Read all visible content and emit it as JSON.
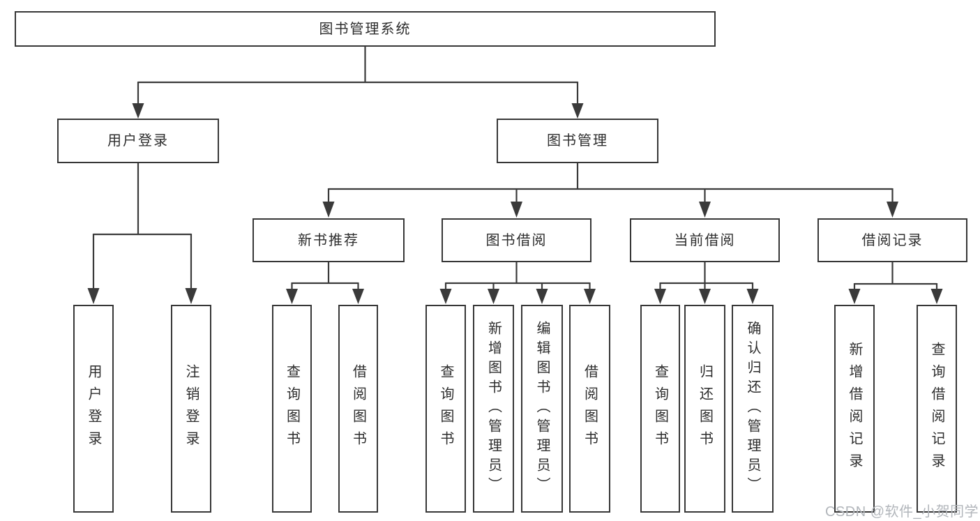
{
  "diagram": {
    "root": {
      "label": "图书管理系统"
    },
    "branches": [
      {
        "label": "用户登录",
        "children": [
          {
            "label": "用户登录"
          },
          {
            "label": "注销登录"
          }
        ]
      },
      {
        "label": "图书管理",
        "children": [
          {
            "label": "新书推荐",
            "children": [
              {
                "label": "查询图书"
              },
              {
                "label": "借阅图书"
              }
            ]
          },
          {
            "label": "图书借阅",
            "children": [
              {
                "label": "查询图书"
              },
              {
                "label": "新增图书（管理员）"
              },
              {
                "label": "编辑图书（管理员）"
              },
              {
                "label": "借阅图书"
              }
            ]
          },
          {
            "label": "当前借阅",
            "children": [
              {
                "label": "查询图书"
              },
              {
                "label": "归还图书"
              },
              {
                "label": "确认归还（管理员）"
              }
            ]
          },
          {
            "label": "借阅记录",
            "children": [
              {
                "label": "新增借阅记录"
              },
              {
                "label": "查询借阅记录"
              }
            ]
          }
        ]
      }
    ],
    "watermark": "CSDN @软件_小贺同学",
    "colors": {
      "line": "#3a3a3a",
      "box_border": "#373737",
      "box_fill": "#ffffff",
      "text": "#2d2d2d",
      "watermark": "#b2b6bb"
    }
  }
}
